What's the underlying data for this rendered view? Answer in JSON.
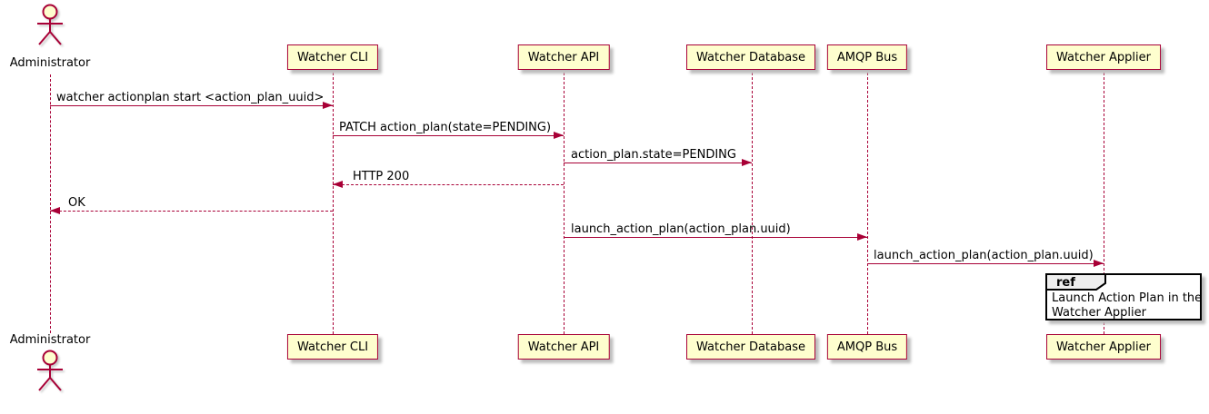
{
  "diagram": {
    "type": "sequence",
    "actor": {
      "label": "Administrator"
    },
    "participants": [
      {
        "label": "Watcher CLI"
      },
      {
        "label": "Watcher API"
      },
      {
        "label": "Watcher Database"
      },
      {
        "label": "AMQP Bus"
      },
      {
        "label": "Watcher Applier"
      }
    ],
    "messages": [
      {
        "from": "Administrator",
        "to": "Watcher CLI",
        "label": "watcher actionplan start <action_plan_uuid>",
        "line": "solid",
        "direction": "right"
      },
      {
        "from": "Watcher CLI",
        "to": "Watcher API",
        "label": "PATCH action_plan(state=PENDING)",
        "line": "solid",
        "direction": "right"
      },
      {
        "from": "Watcher API",
        "to": "Watcher Database",
        "label": "action_plan.state=PENDING",
        "line": "solid",
        "direction": "right"
      },
      {
        "from": "Watcher API",
        "to": "Watcher CLI",
        "label": "HTTP 200",
        "line": "dashed",
        "direction": "left"
      },
      {
        "from": "Watcher CLI",
        "to": "Administrator",
        "label": "OK",
        "line": "dashed",
        "direction": "left"
      },
      {
        "from": "Watcher API",
        "to": "AMQP Bus",
        "label": "launch_action_plan(action_plan.uuid)",
        "line": "solid",
        "direction": "right"
      },
      {
        "from": "AMQP Bus",
        "to": "Watcher Applier",
        "label": "launch_action_plan(action_plan.uuid)",
        "line": "solid",
        "direction": "right"
      }
    ],
    "ref": {
      "keyword": "ref",
      "lines": [
        "Launch Action Plan in the",
        "Watcher Applier"
      ]
    },
    "colors": {
      "participant_fill": "#FEFECE",
      "border": "#A80036",
      "text": "#000000",
      "ref_border": "#000000",
      "ref_header_fill": "#EEEEEE",
      "background": "#FFFFFF"
    }
  }
}
